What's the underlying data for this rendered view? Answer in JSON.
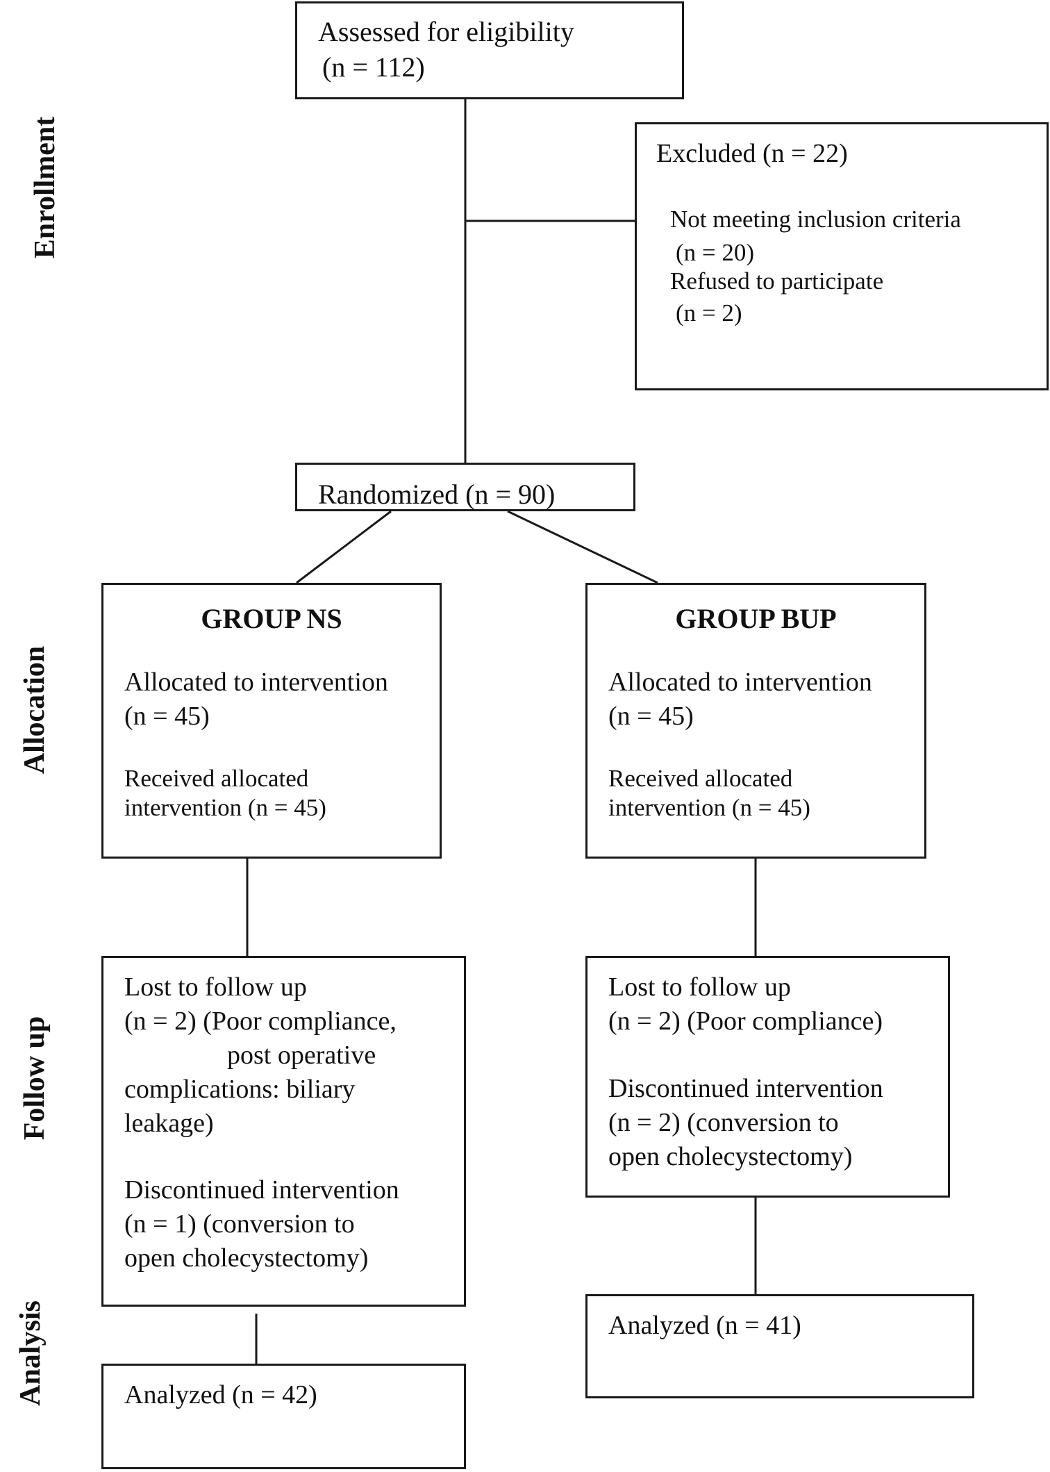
{
  "stages": {
    "enrollment": "Enrollment",
    "allocation": "Allocation",
    "follow_up": "Follow up",
    "analysis": "Analysis"
  },
  "assessed": {
    "line1": "Assessed for eligibility",
    "line2": "(n = 112)"
  },
  "excluded": {
    "title": "Excluded (n = 22)",
    "reason1": "Not meeting inclusion criteria",
    "reason1_n": "(n = 20)",
    "reason2": "Refused to participate",
    "reason2_n": "(n = 2)"
  },
  "randomized": "Randomized (n = 90)",
  "group_ns": {
    "title": "GROUP NS",
    "allocated": "Allocated to intervention",
    "allocated_n": "(n = 45)",
    "received1": "Received allocated",
    "received2": "intervention (n = 45)",
    "followup": {
      "l1": "Lost to follow up",
      "l2": "(n = 2) (Poor compliance,",
      "l3": "post operative",
      "l4": "complications: biliary",
      "l5": "leakage)",
      "d1": "Discontinued intervention",
      "d2": "(n = 1) (conversion to",
      "d3": "open cholecystectomy)"
    },
    "analyzed": "Analyzed (n = 42)"
  },
  "group_bup": {
    "title": "GROUP BUP",
    "allocated": "Allocated to intervention",
    "allocated_n": "(n = 45)",
    "received1": "Received allocated",
    "received2": "intervention (n = 45)",
    "followup": {
      "l1": "Lost to follow up",
      "l2": "(n = 2) (Poor compliance)",
      "d1": "Discontinued intervention",
      "d2": "(n = 2) (conversion to",
      "d3": "open cholecystectomy)"
    },
    "analyzed": "Analyzed (n = 41)"
  }
}
